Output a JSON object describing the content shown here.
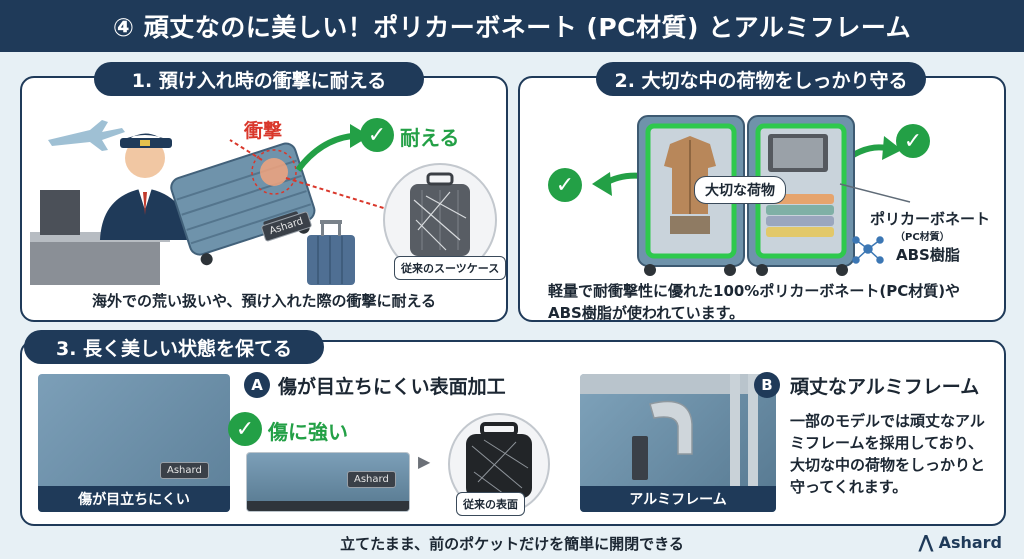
{
  "header": {
    "title": "④ 頑丈なのに美しい！ポリカーボネート (PC材質) とアルミフレーム"
  },
  "section1": {
    "heading": "1. 預け入れ時の衝撃に耐える",
    "impact_label": "衝撃",
    "ok_label": "耐える",
    "old_suitcase_label": "従来のスーツケース",
    "brand_tag": "Ashard",
    "caption": "海外での荒い扱いや、預け入れた際の衝撃に耐える"
  },
  "section2": {
    "heading": "2. 大切な中の荷物をしっかり守る",
    "contents_label": "大切な荷物",
    "material_line1": "ポリカーボネート",
    "material_line2": "（PC材質）",
    "material_line3": "ABS樹脂",
    "caption": "軽量で耐衝撃性に優れた100%ポリカーボネート(PC材質)や ABS樹脂が使われています。"
  },
  "section3": {
    "heading": "3. 長く美しい状態を保てる",
    "a_letter": "A",
    "a_title": "傷が目立ちにくい表面加工",
    "a_photo_label": "傷が目立ちにくい",
    "a_strong_label": "傷に強い",
    "a_old_label": "従来の表面",
    "brand_tag": "Ashard",
    "b_letter": "B",
    "b_title": "頑丈なアルミフレーム",
    "b_photo_label": "アルミフレーム",
    "b_body": "一部のモデルでは頑丈なアルミフレームを採用しており、大切な中の荷物をしっかりと守ってくれます。"
  },
  "footer": {
    "text": "立てたまま、前のポケットだけを簡単に開閉できる",
    "brand": "Ashard"
  },
  "colors": {
    "navy": "#1f3a59",
    "green": "#23a046",
    "red": "#d9372b",
    "suitcase_blue": "#6f93ab"
  }
}
